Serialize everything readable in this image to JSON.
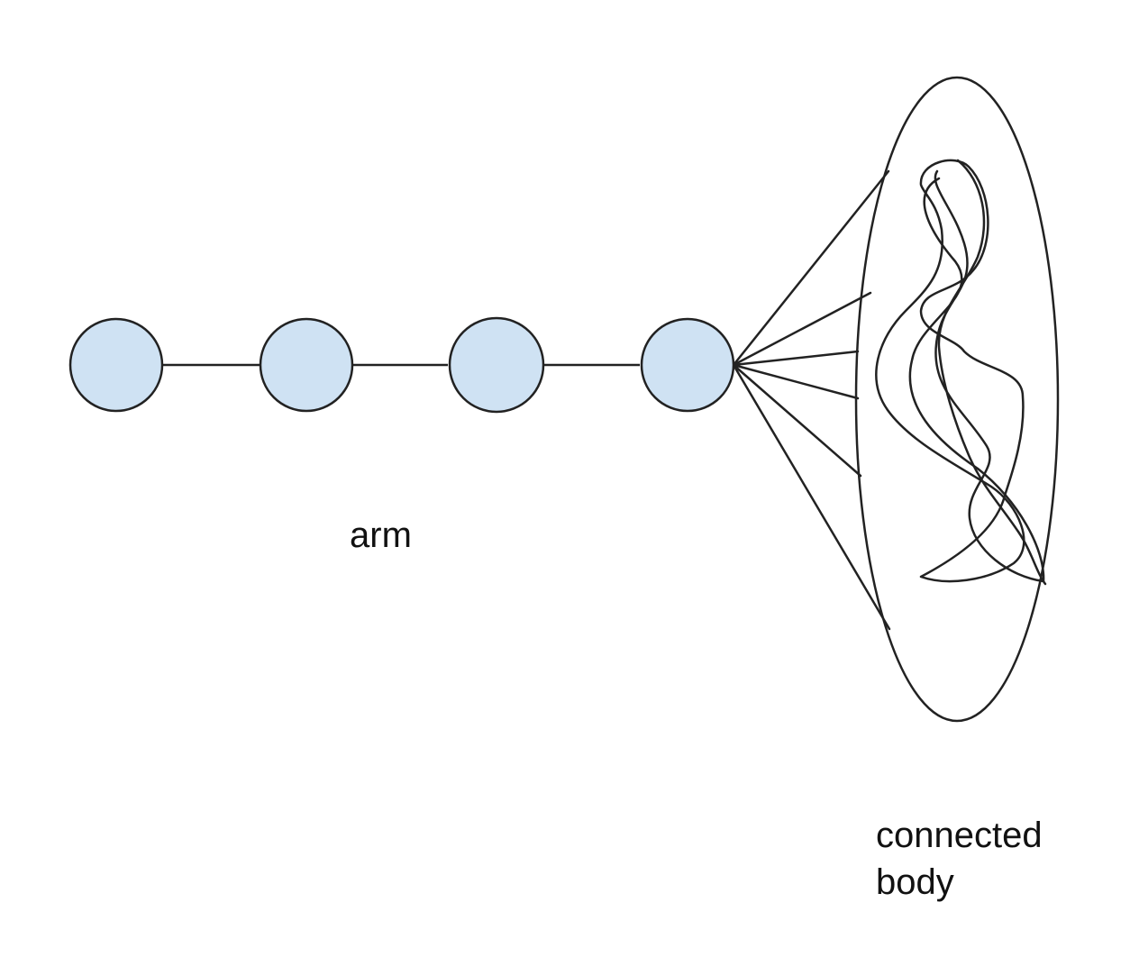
{
  "labels": {
    "arm": "arm",
    "body_line1": "connected",
    "body_line2": "body"
  },
  "colors": {
    "node_fill": "#cfe2f3",
    "stroke": "#222222",
    "text": "#111111"
  },
  "arm": {
    "node_count": 4,
    "edge_count": 3
  },
  "connected_body": {
    "connector_count": 6
  }
}
